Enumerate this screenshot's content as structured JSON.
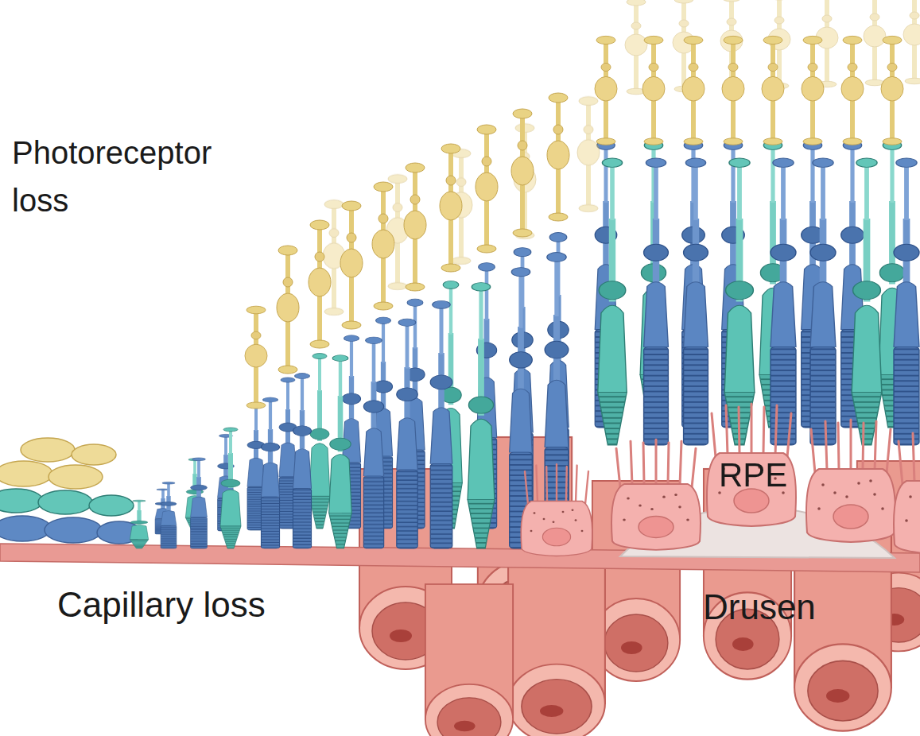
{
  "diagram": {
    "labels": [
      "Photoreceptor loss",
      "Capillary loss",
      "Drusen",
      "RPE"
    ]
  }
}
